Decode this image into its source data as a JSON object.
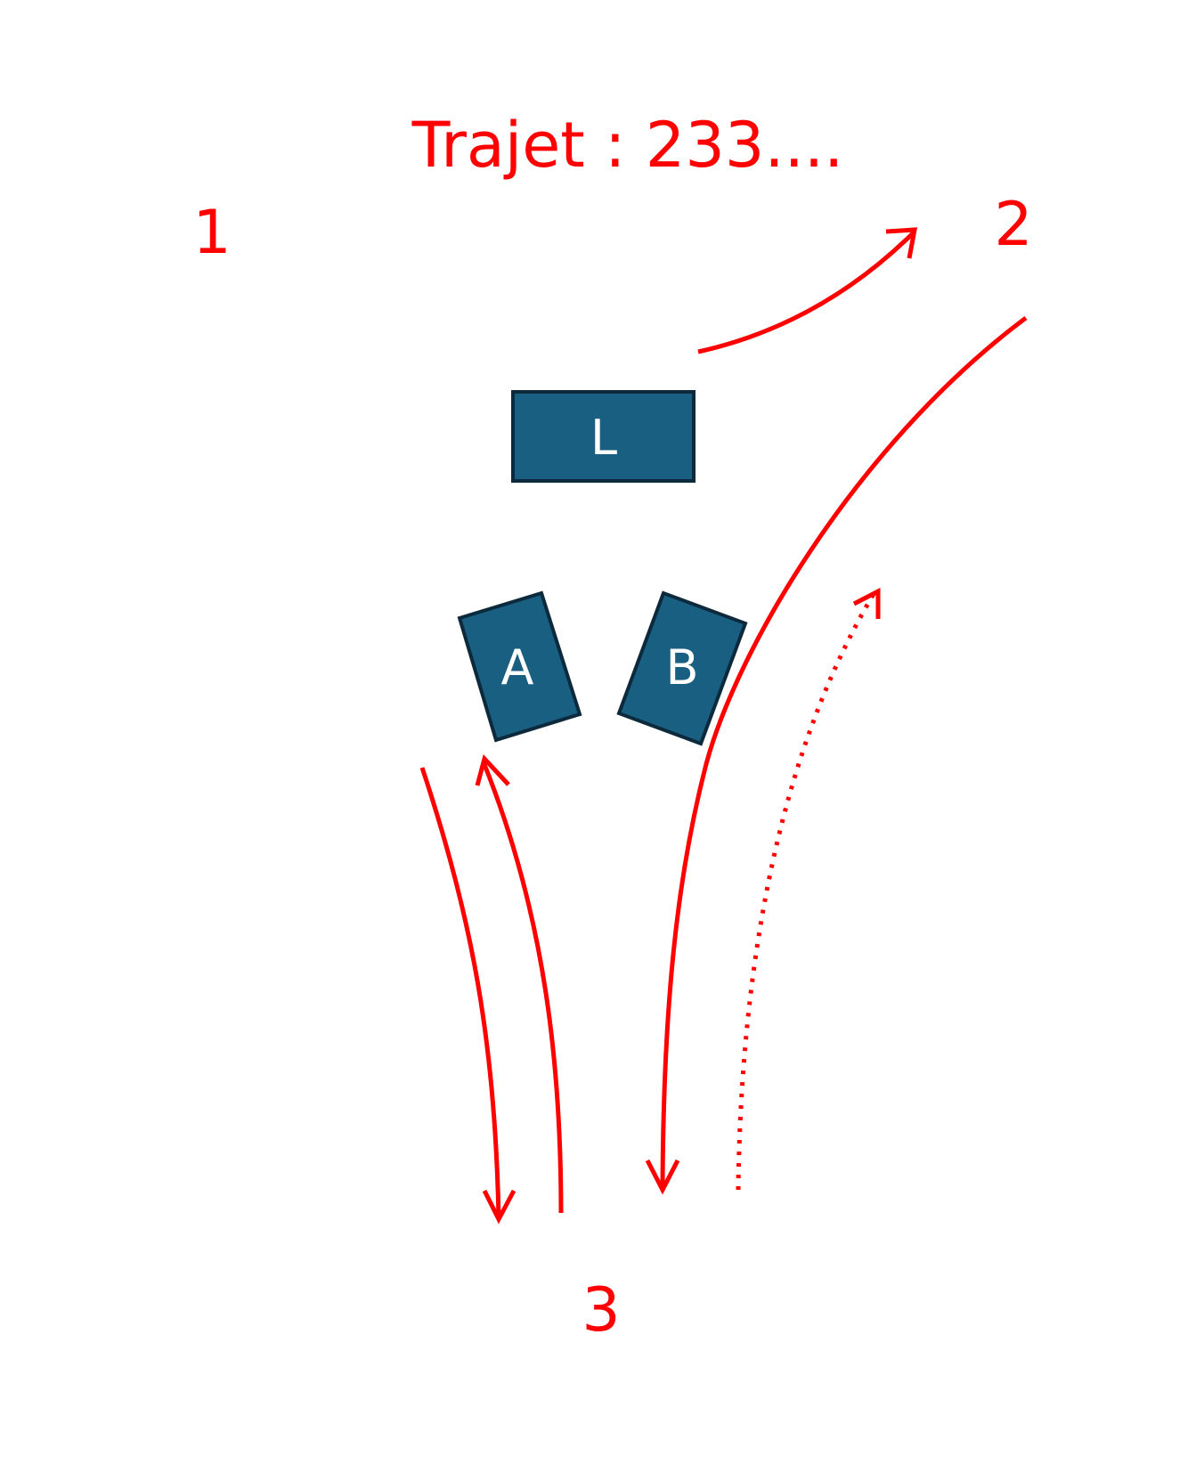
{
  "title": "Trajet : 233....",
  "zones": {
    "one": "1",
    "two": "2",
    "three": "3"
  },
  "obstacles": {
    "l": "L",
    "a": "A",
    "b": "B"
  },
  "colors": {
    "accent": "#ff0000",
    "box_fill": "#195f82",
    "box_border": "#0d2a3d",
    "box_text": "#ffffff",
    "background": "#ffffff"
  }
}
